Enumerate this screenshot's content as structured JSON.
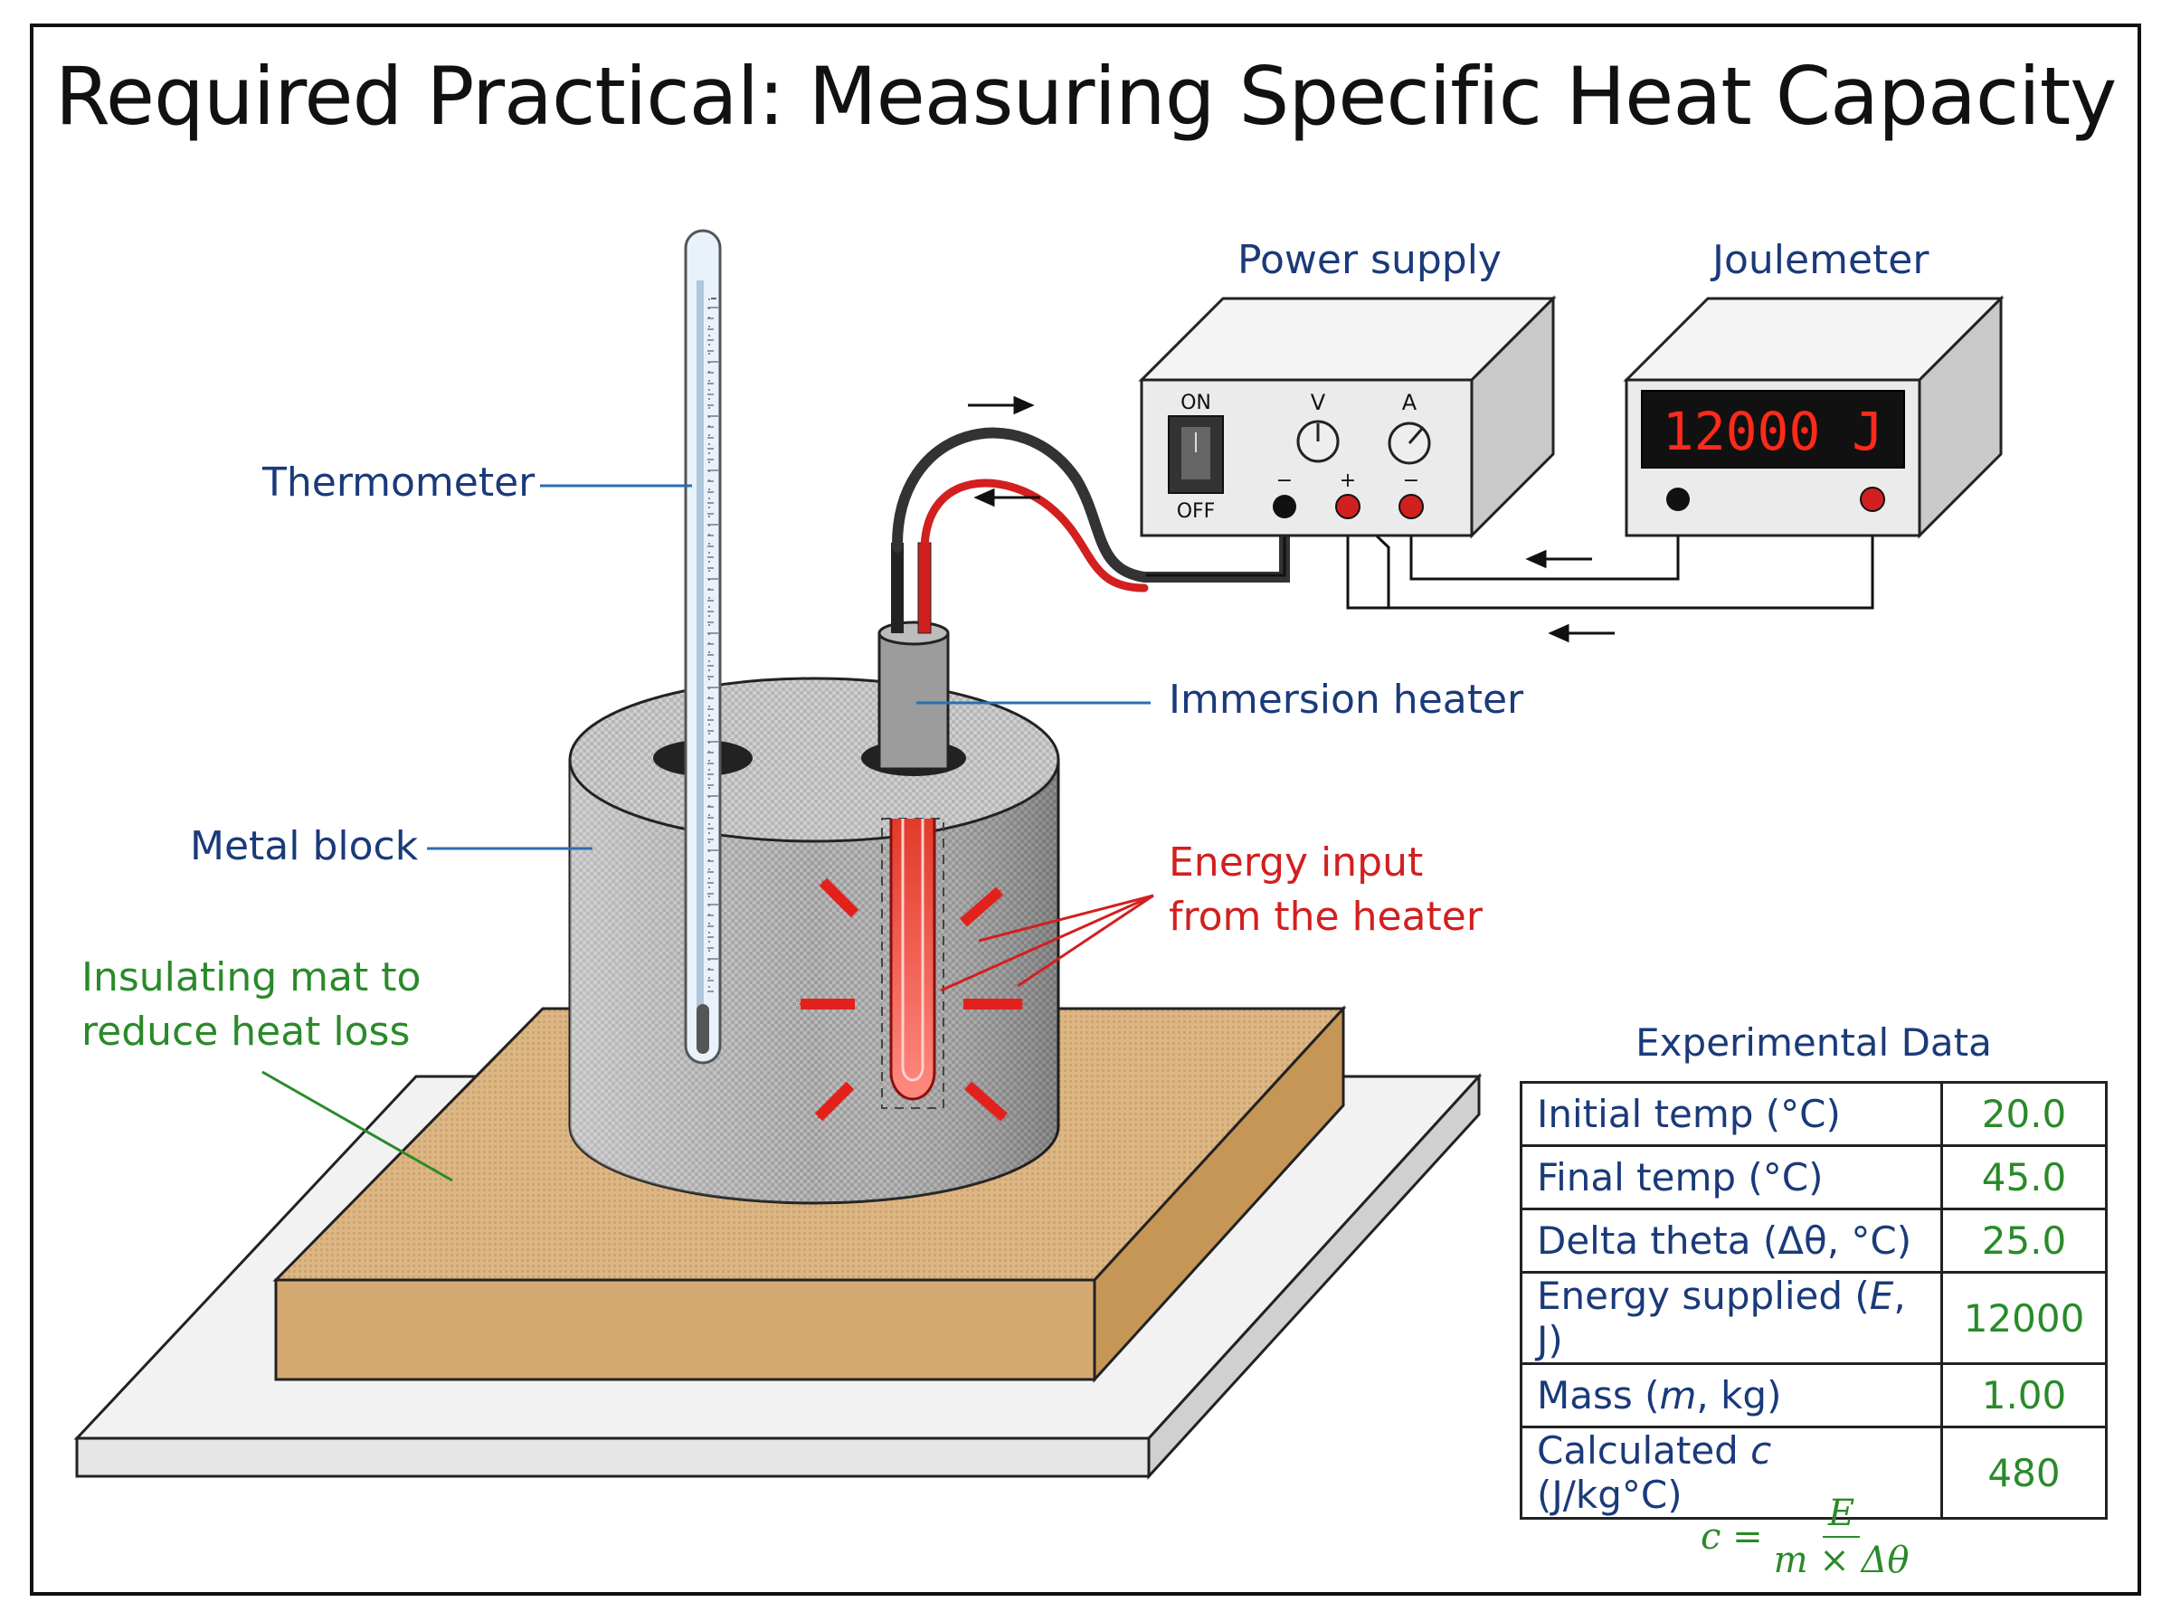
{
  "title": "Required Practical: Measuring Specific Heat Capacity",
  "labels": {
    "thermometer": "Thermometer",
    "metal_block": "Metal block",
    "insulating_line1": "Insulating mat to",
    "insulating_line2": "reduce heat loss",
    "immersion_heater": "Immersion heater",
    "energy_line1": "Energy input",
    "energy_line2": "from the heater",
    "power_supply": "Power supply",
    "joulemeter": "Joulemeter"
  },
  "power_supply": {
    "on": "ON",
    "off": "OFF",
    "v": "V",
    "a": "A",
    "minus1": "−",
    "plus": "+",
    "minus2": "−"
  },
  "joulemeter": {
    "display": "12000 J"
  },
  "table": {
    "title": "Experimental Data",
    "rows": [
      {
        "k": "Initial temp (°C)",
        "v": "20.0"
      },
      {
        "k": "Final temp (°C)",
        "v": "45.0"
      },
      {
        "k": "Delta theta (Δθ, °C)",
        "v": "25.0"
      },
      {
        "k_pre": "Energy supplied (",
        "k_var": "E",
        "k_post": ", J)",
        "v": "12000"
      },
      {
        "k_pre": "Mass (",
        "k_var": "m",
        "k_post": ", kg)",
        "v": "1.00"
      },
      {
        "k_pre": "Calculated ",
        "k_var": "c",
        "k_post": " (J/kg°C)",
        "v": "480"
      }
    ]
  },
  "formula": {
    "lhs": "c =",
    "num": "E",
    "den": "m × Δθ"
  },
  "colors": {
    "label_blue": "#1a3a7a",
    "label_red": "#d21f1f",
    "label_green": "#2a8a2a",
    "mat": "#d9b27c",
    "block": "#a9a9a9",
    "display_red": "#ff2a1a"
  }
}
